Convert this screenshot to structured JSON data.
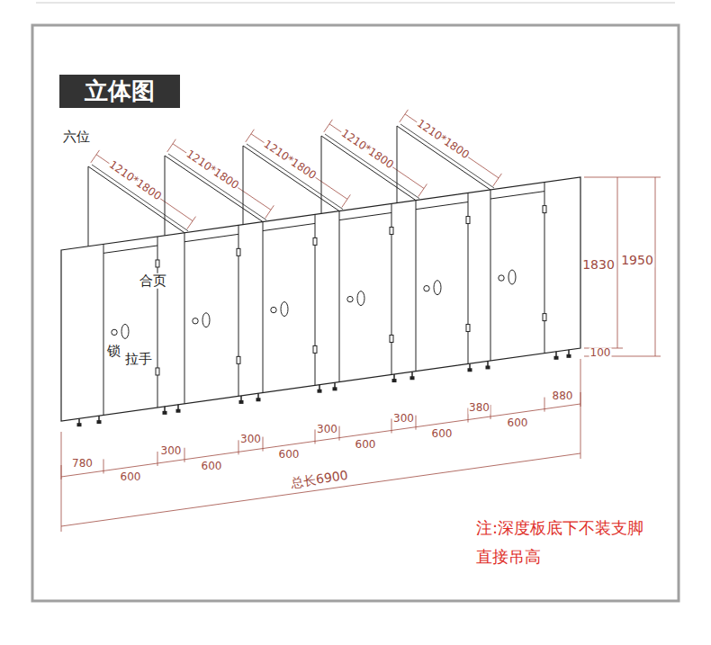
{
  "diagram": {
    "title": "立体图",
    "labels": [
      "六位",
      "1210*1800",
      "1210*1800",
      "1210*1800",
      "1210*1800",
      "1210*1800",
      "合页",
      "1830",
      "1950",
      "锁",
      "拉手",
      "100",
      "780",
      "600",
      "300",
      "600",
      "300",
      "600",
      "300",
      "600",
      "300",
      "600",
      "380",
      "600",
      "880",
      "总长6900",
      "注:深度板底下不装支脚 直接吊高"
    ]
  }
}
